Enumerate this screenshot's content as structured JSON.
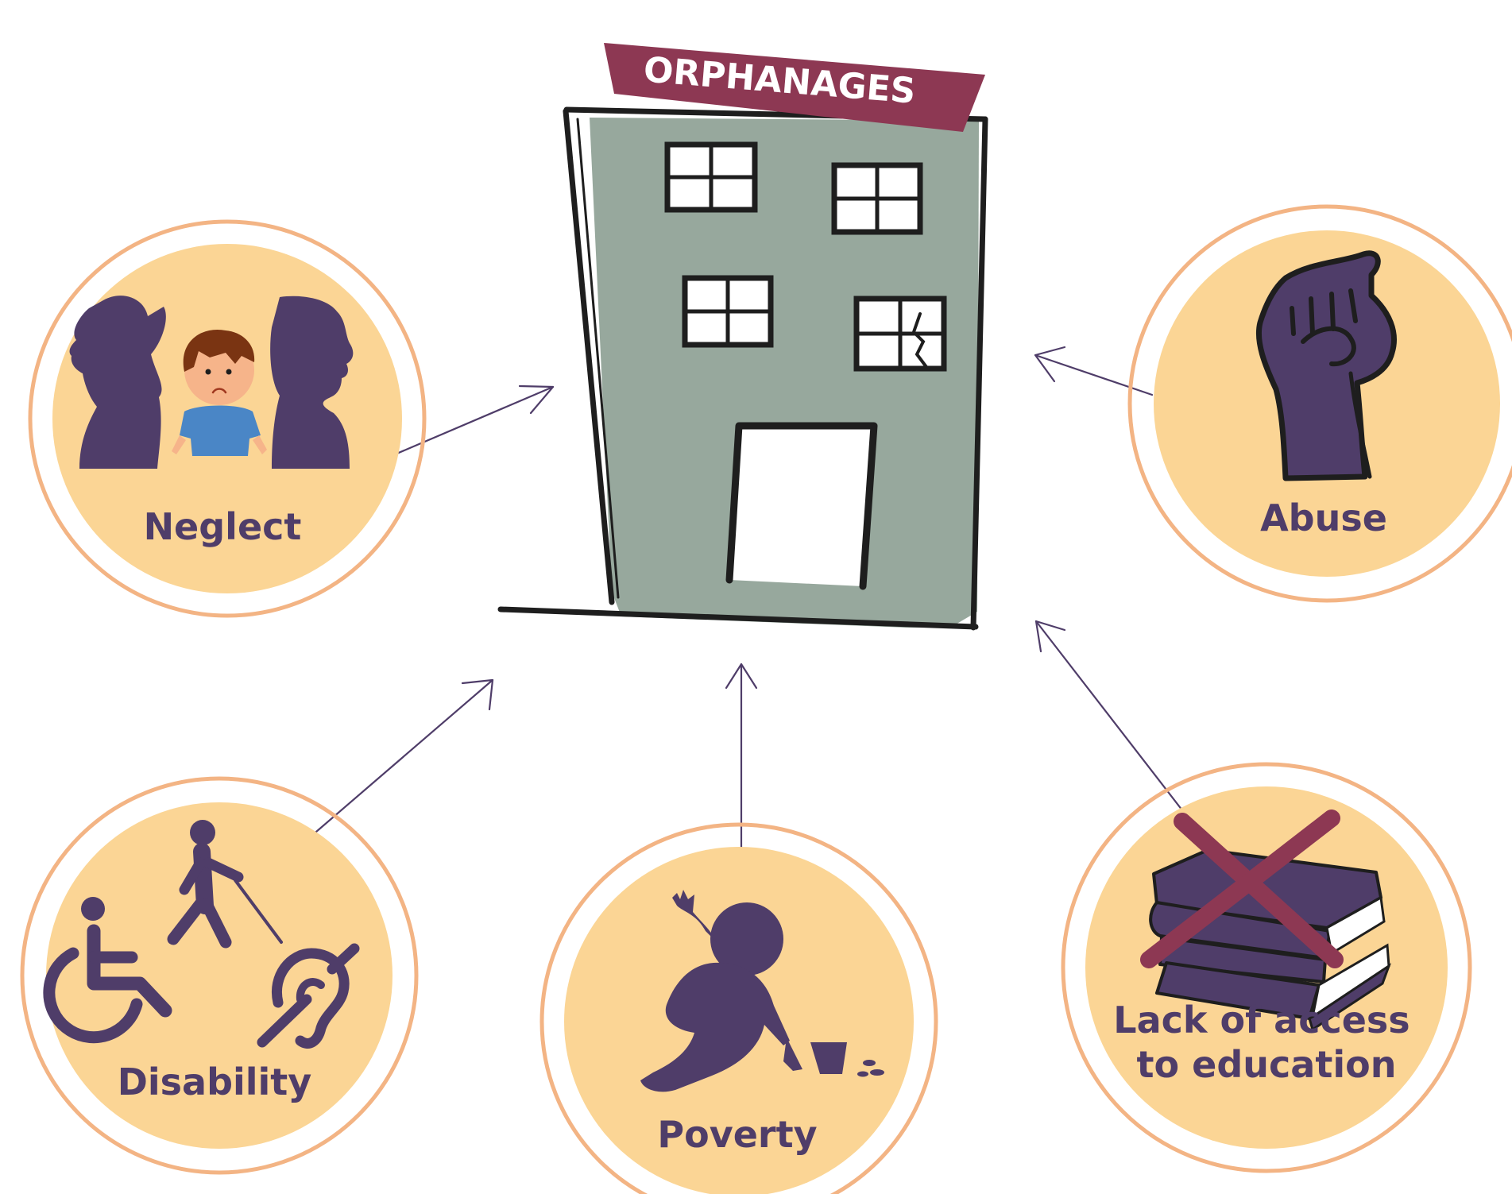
{
  "colors": {
    "purple": "#4f3d69",
    "ring": "#f3b484",
    "circle_fill": "#fbd595",
    "building_fill": "#97a89d",
    "banner": "#8d3853",
    "cross": "#8d3853",
    "child_shirt": "#4a86c6",
    "child_hair": "#7a3412",
    "child_skin": "#f6b48a"
  },
  "building": {
    "banner_text": "ORPHANAGES"
  },
  "causes": {
    "neglect": {
      "label": "Neglect",
      "icon": "family-silhouette-icon"
    },
    "abuse": {
      "label": "Abuse",
      "icon": "fist-icon"
    },
    "disability": {
      "label": "Disability",
      "icon": "accessibility-icons"
    },
    "poverty": {
      "label": "Poverty",
      "icon": "begging-child-icon"
    },
    "education": {
      "label_line1": "Lack of access",
      "label_line2": "to education",
      "icon": "crossed-out-books-icon"
    }
  }
}
